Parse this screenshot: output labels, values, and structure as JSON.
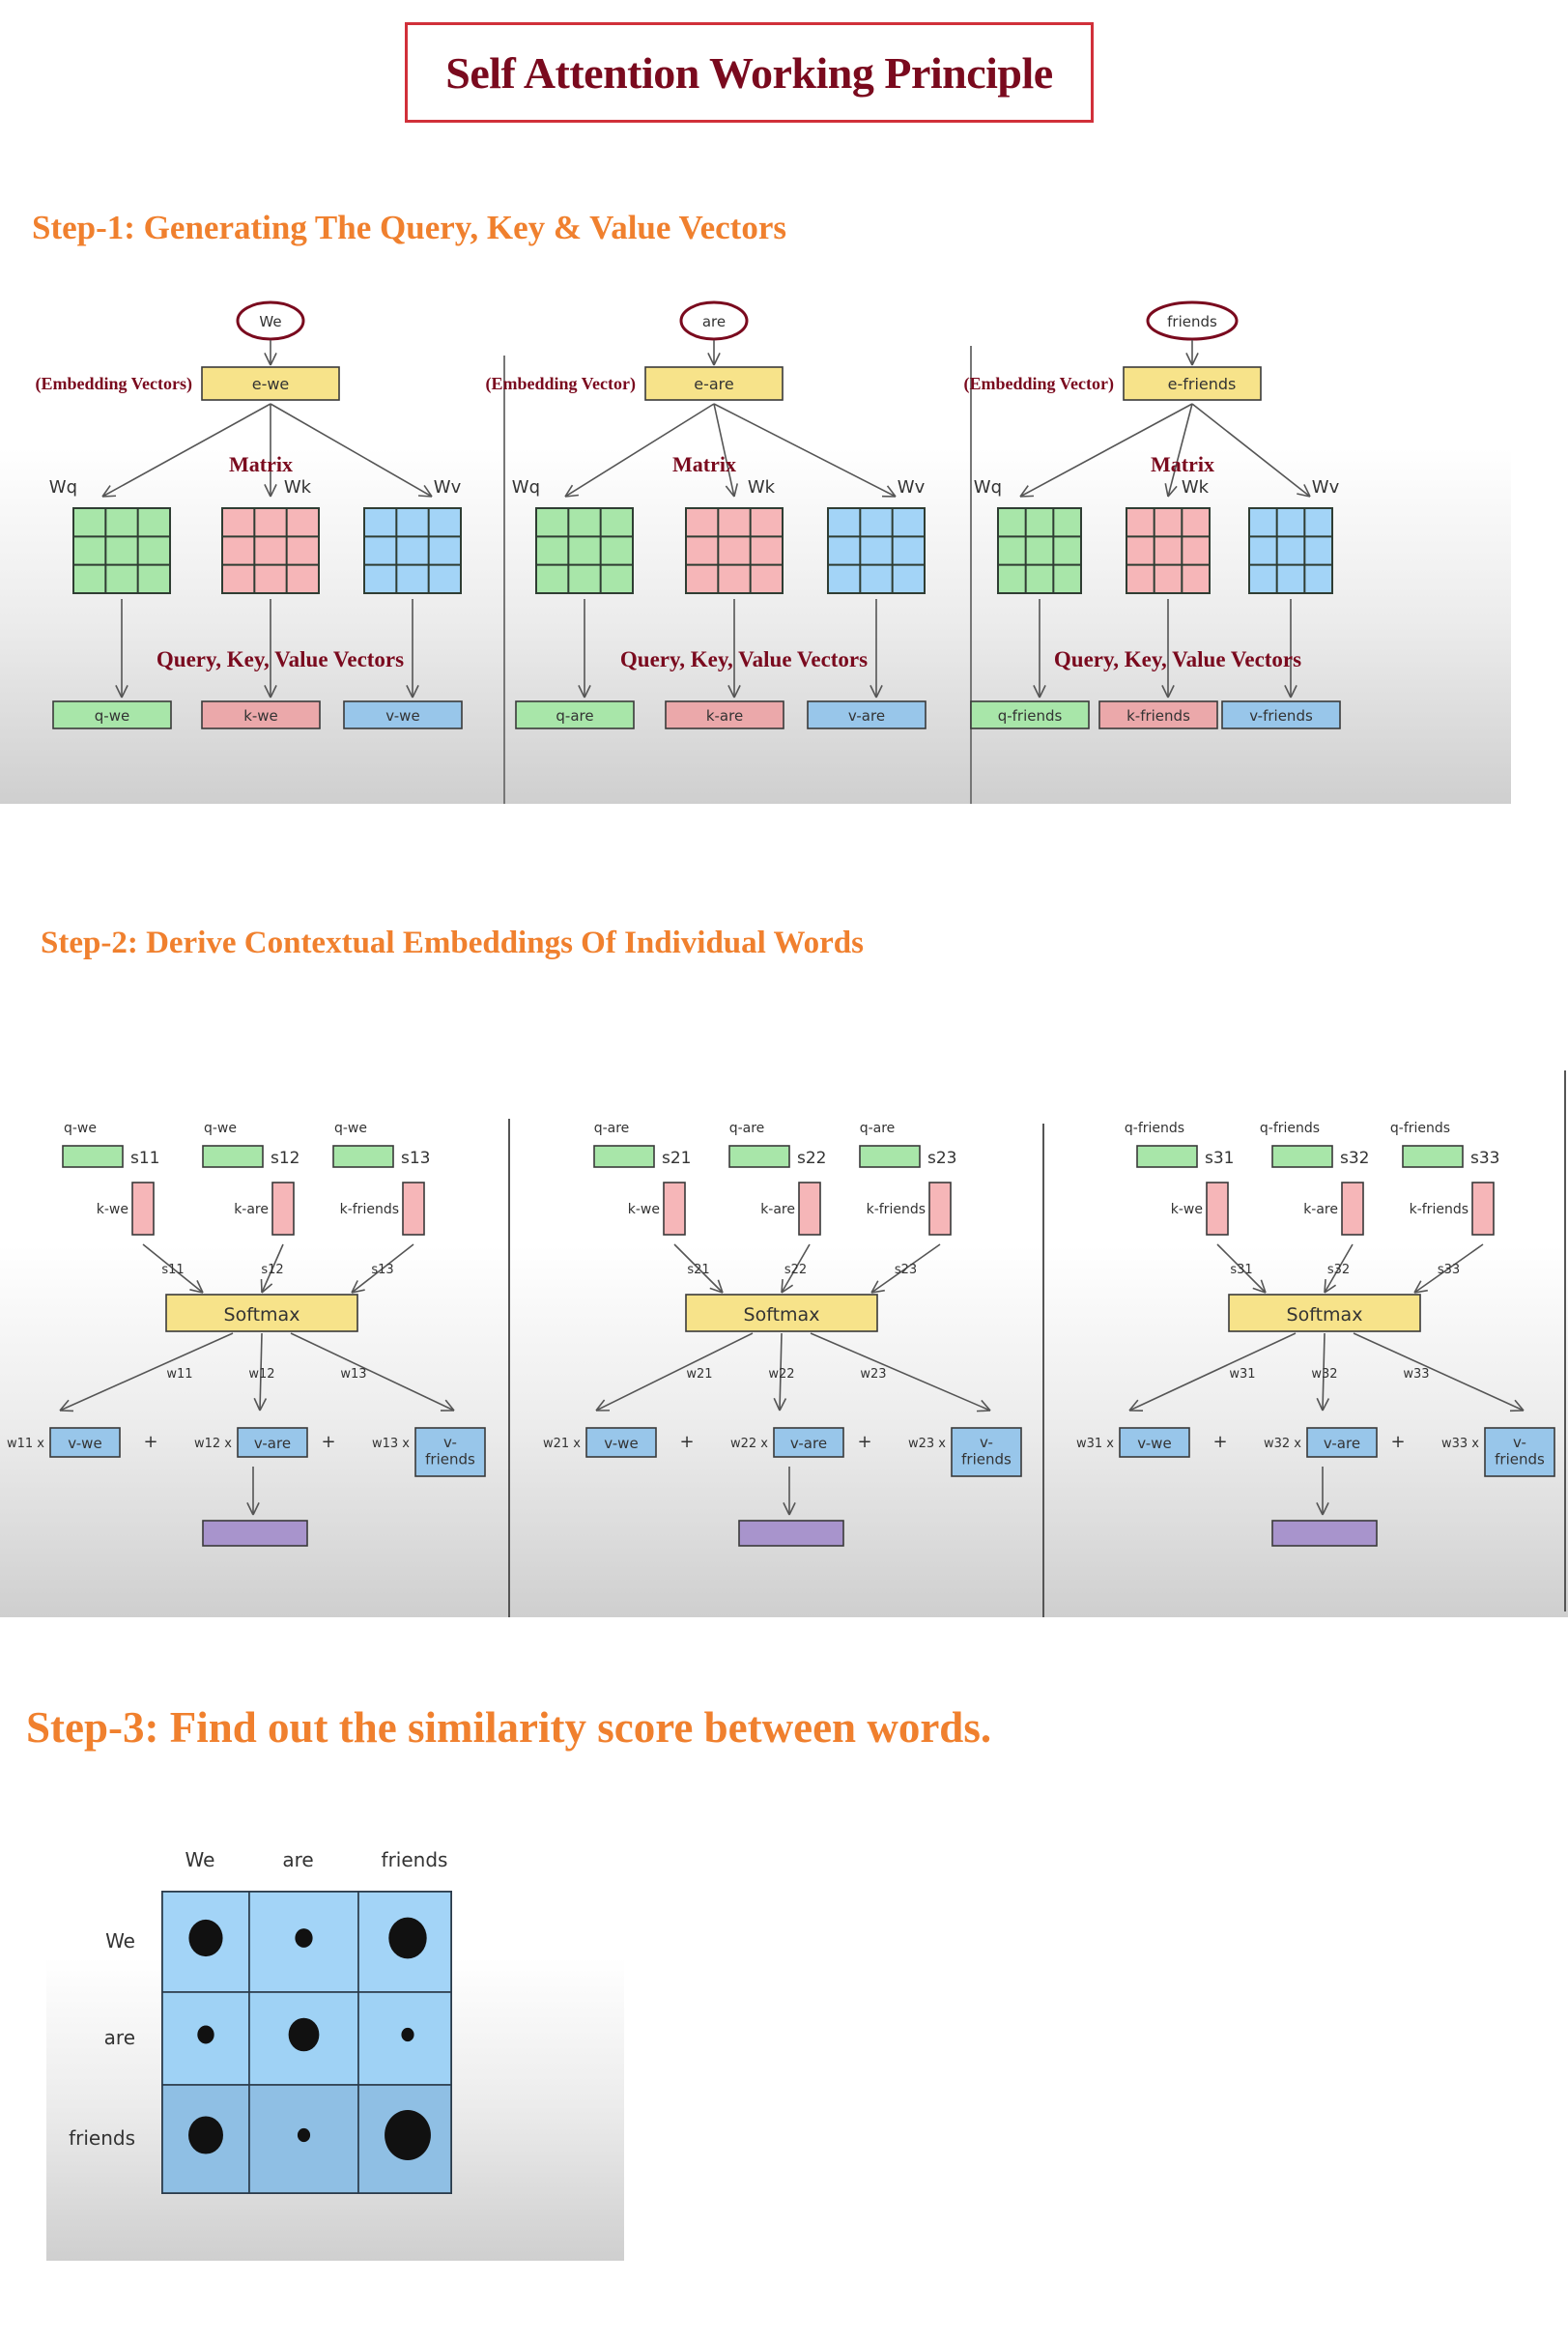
{
  "title": "Self Attention Working Principle",
  "colors": {
    "title_border": "#d1303a",
    "title_text": "#7a0a1e",
    "heading": "#f0802e",
    "annotation": "#7a0a1e",
    "query": "#a8e6a9",
    "key": "#f6b6b8",
    "value": "#98c6ea",
    "value_matrix": "#a3d4f7",
    "embedding": "#f7e38a",
    "output": "#a894cc",
    "grid_fill": "#9ccbee"
  },
  "step1": {
    "heading": "Step-1: Generating The Query, Key & Value Vectors",
    "panels": [
      {
        "word": "We",
        "embedding_label": "(Embedding Vectors)",
        "embedding": "e-we",
        "matrix_annotation": "Matrix",
        "matrices": [
          "Wq",
          "Wk",
          "Wv"
        ],
        "vectors_annotation": "Query, Key, Value Vectors",
        "outputs": [
          "q-we",
          "k-we",
          "v-we"
        ]
      },
      {
        "word": "are",
        "embedding_label": "(Embedding Vector)",
        "embedding": "e-are",
        "matrix_annotation": "Matrix",
        "matrices": [
          "Wq",
          "Wk",
          "Wv"
        ],
        "vectors_annotation": "Query, Key, Value Vectors",
        "outputs": [
          "q-are",
          "k-are",
          "v-are"
        ]
      },
      {
        "word": "friends",
        "embedding_label": "(Embedding Vector)",
        "embedding": "e-friends",
        "matrix_annotation": "Matrix",
        "matrices": [
          "Wq",
          "Wk",
          "Wv"
        ],
        "vectors_annotation": "Query, Key, Value Vectors",
        "outputs": [
          "q-friends",
          "k-friends",
          "v-friends"
        ]
      }
    ]
  },
  "step2": {
    "heading": "Step-2: Derive Contextual Embeddings Of Individual Words",
    "softmax_label": "Softmax",
    "plus": "+",
    "panels": [
      {
        "query": "q-we",
        "keys": [
          "k-we",
          "k-are",
          "k-friends"
        ],
        "scores": [
          "s11",
          "s12",
          "s13"
        ],
        "weights": [
          "w11",
          "w12",
          "w13"
        ],
        "terms": [
          "w11 x",
          "w12 x",
          "w13 x"
        ],
        "values": [
          "v-we",
          "v-are",
          "v-\nfriends"
        ]
      },
      {
        "query": "q-are",
        "keys": [
          "k-we",
          "k-are",
          "k-friends"
        ],
        "scores": [
          "s21",
          "s22",
          "s23"
        ],
        "weights": [
          "w21",
          "w22",
          "w23"
        ],
        "terms": [
          "w21 x",
          "w22 x",
          "w23 x"
        ],
        "values": [
          "v-we",
          "v-are",
          "v-\nfriends"
        ]
      },
      {
        "query": "q-friends",
        "keys": [
          "k-we",
          "k-are",
          "k-friends"
        ],
        "scores": [
          "s31",
          "s32",
          "s33"
        ],
        "weights": [
          "w31",
          "w32",
          "w33"
        ],
        "terms": [
          "w31 x",
          "w32 x",
          "w33 x"
        ],
        "values": [
          "v-we",
          "v-are",
          "v-\nfriends"
        ]
      }
    ]
  },
  "step3": {
    "heading": "Step-3:  Find out the similarity score between words."
  },
  "chart_data": {
    "type": "heatmap",
    "title": "",
    "x_labels": [
      "We",
      "are",
      "friends"
    ],
    "y_labels": [
      "We",
      "are",
      "friends"
    ],
    "encoding": "dot size = similarity (relative, 0-1)",
    "values": [
      [
        0.7,
        0.3,
        0.8
      ],
      [
        0.28,
        0.62,
        0.18
      ],
      [
        0.72,
        0.18,
        1.0
      ]
    ]
  }
}
